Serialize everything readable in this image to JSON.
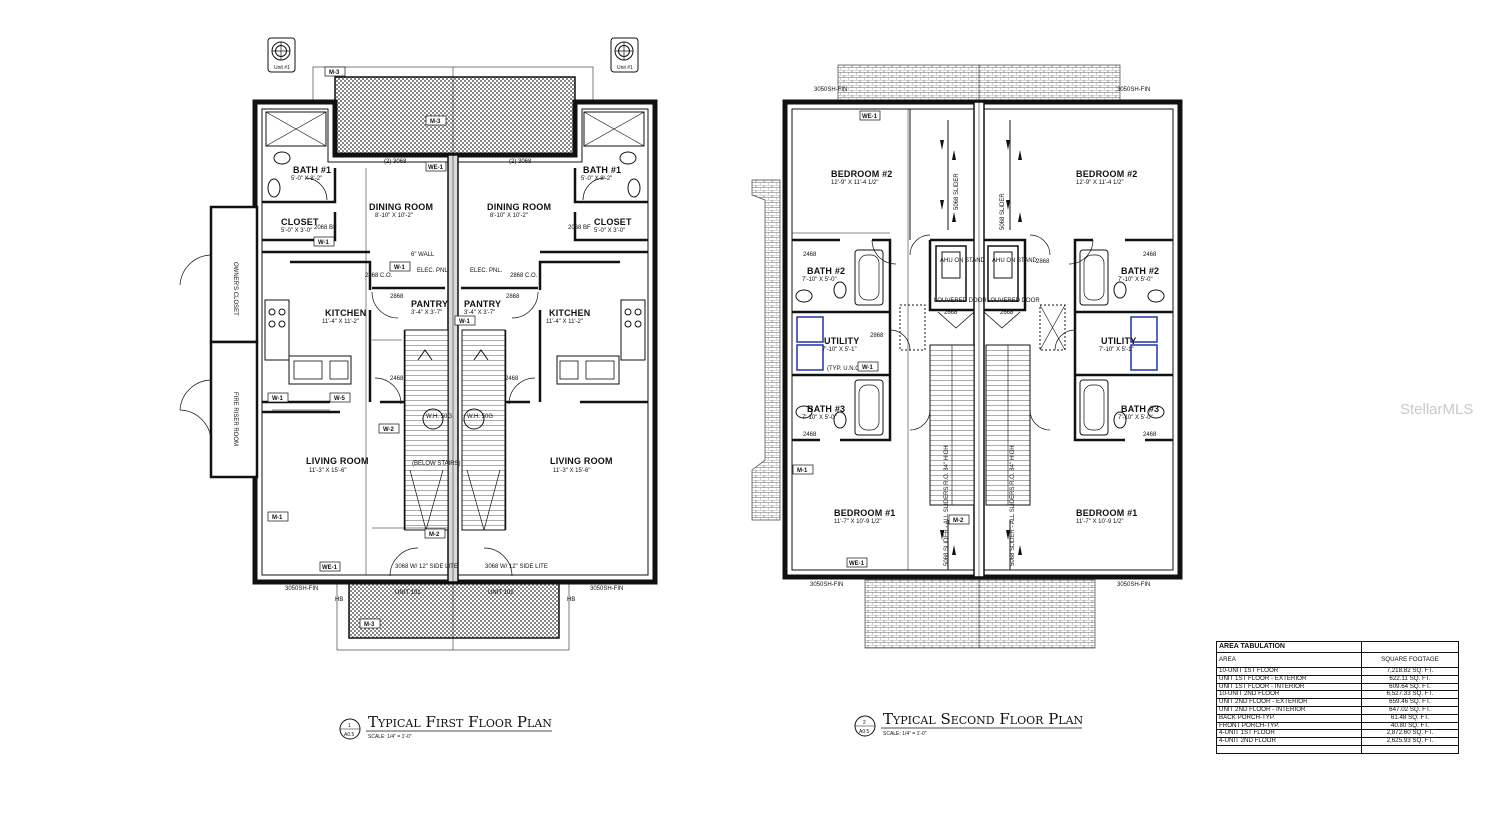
{
  "plan1": {
    "title": "Typical First Floor Plan",
    "scale": "SCALE: 1/4\" = 1'-0\"",
    "badge_num": "1",
    "badge_sheet": "A0.5",
    "unit_badge": "Unit #1",
    "rooms": {
      "bath_l": "BATH #1",
      "bath_l_dim": "5'-0\" X 8'-2\"",
      "bath_r": "BATH #1",
      "bath_r_dim": "5'-0\" X 8'-2\"",
      "dining_l": "DINING ROOM",
      "dining_l_dim": "8'-10\" X 10'-2\"",
      "dining_r": "DINING ROOM",
      "dining_r_dim": "8'-10\" X 10'-2\"",
      "closet_l": "CLOSET",
      "closet_l_dim": "5'-0\" X 3'-0\"",
      "closet_r": "CLOSET",
      "closet_r_dim": "5'-0\" X 3'-0\"",
      "kitchen_l": "KITCHEN",
      "kitchen_l_dim": "11'-4\" X 11'-2\"",
      "kitchen_r": "KITCHEN",
      "kitchen_r_dim": "11'-4\" X 11'-2\"",
      "pantry_l": "PANTRY",
      "pantry_l_dim": "3'-4\" X 3'-7\"",
      "pantry_r": "PANTRY",
      "pantry_r_dim": "3'-4\" X 3'-7\"",
      "living_l": "LIVING ROOM",
      "living_l_dim": "11'-3\" X 15'-6\"",
      "living_r": "LIVING ROOM",
      "living_r_dim": "11'-3\" X 15'-6\"",
      "owners_closet": "OWNER'S CLOSET",
      "fire_riser": "FIRE RISER ROOM",
      "unit_101": "UNIT 101",
      "unit_102": "UNIT 102"
    },
    "tags": [
      "M-3",
      "M-3",
      "WE-1",
      "W-1",
      "W-1",
      "W-1",
      "W-1",
      "W-2",
      "W-5",
      "M-1",
      "M-2",
      "WE-1",
      "M-3"
    ],
    "notes": {
      "window_l": "3050SH-FIN",
      "window_r": "3050SH-FIN",
      "door_l": "3068 W/ 12\" SIDE LITE",
      "door_r": "3068 W/ 12\" SIDE LITE",
      "wh_l": "W.H. 50G",
      "wh_r": "W.H. 50G",
      "below_stairs": "(BELOW STAIRS)",
      "elec_l": "ELEC. PNL.",
      "elec_r": "ELEC. PNL.",
      "wall_note": "6\" WALL",
      "door_2868": "2868",
      "door_3068": "(2) 3068",
      "door_2468": "2468",
      "door_2068": "2068 BF",
      "hb": "HB",
      "co": "2868 C.O."
    }
  },
  "plan2": {
    "title": "Typical Second Floor Plan",
    "scale": "SCALE: 1/4\" = 1'-0\"",
    "badge_num": "2",
    "badge_sheet": "A0.5",
    "rooms": {
      "bed2_l": "BEDROOM #2",
      "bed2_l_dim": "12'-9\" X 11'-4 1/2\"",
      "bed2_r": "BEDROOM #2",
      "bed2_r_dim": "12'-9\" X 11'-4 1/2\"",
      "bath2_l": "BATH #2",
      "bath2_l_dim": "7'-10\" X 5'-0\"",
      "bath2_r": "BATH #2",
      "bath2_r_dim": "7'-10\" X 5'-0\"",
      "utility_l": "UTILITY",
      "utility_l_dim": "7'-10\" X 5'-1\"",
      "utility_r": "UTILITY",
      "utility_r_dim": "7'-10\" X 5'-1\"",
      "bath3_l": "BATH #3",
      "bath3_l_dim": "7'-10\" X 5'-0\"",
      "bath3_r": "BATH #3",
      "bath3_r_dim": "7'-10\" X 5'-0\"",
      "bed1_l": "BEDROOM #1",
      "bed1_l_dim": "11'-7\" X 10'-9 1/2\"",
      "bed1_r": "BEDROOM #1",
      "bed1_r_dim": "11'-7\" X 10'-9 1/2\""
    },
    "tags": [
      "WE-1",
      "M-1",
      "W-1",
      "M-2",
      "WE-1"
    ],
    "notes": {
      "window": "3050SH-FIN",
      "slider": "5068 SLIDER",
      "ahu": "AHU ON STAND",
      "louvered": "LOUVERED DOOR",
      "door_2868": "2868",
      "door_2468": "2468",
      "door_2668": "2668",
      "typ": "(TYP. U.N.O.)",
      "slider_note": "5068 SLIDER - ALL SLIDERS R.O. 84\" HIGH"
    }
  },
  "area_tabulation": {
    "title": "AREA TABULATION",
    "col_area": "AREA",
    "col_sqft": "SQUARE FOOTAGE",
    "rows": [
      {
        "area": "10-UNIT 1ST FLOOR",
        "sqft": "7,218.82 SQ. FT."
      },
      {
        "area": "UNIT 1ST FLOOR - EXTERIOR",
        "sqft": "622.11 SQ. FT."
      },
      {
        "area": "UNIT 1ST FLOOR - INTERIOR",
        "sqft": "609.64 SQ. FT."
      },
      {
        "area": "10-UNIT 2ND FLOOR",
        "sqft": "6,527.33 SQ. FT."
      },
      {
        "area": "UNIT 2ND FLOOR - EXTERIOR",
        "sqft": "659.46 SQ. FT."
      },
      {
        "area": "UNIT 2ND FLOOR - INTERIOR",
        "sqft": "647.02 SQ. FT."
      },
      {
        "area": "BACK PORCH-TYP.",
        "sqft": "61.48 SQ. FT."
      },
      {
        "area": "FRONT PORCH-TYP.",
        "sqft": "40.80 SQ. FT."
      },
      {
        "area": "4-UNIT 1ST FLOOR",
        "sqft": "2,872.60 SQ. FT."
      },
      {
        "area": "4-UNIT 2ND FLOOR",
        "sqft": "2,625.93 SQ. FT."
      },
      {
        "area": "",
        "sqft": ""
      }
    ]
  },
  "watermark": "StellarMLS"
}
